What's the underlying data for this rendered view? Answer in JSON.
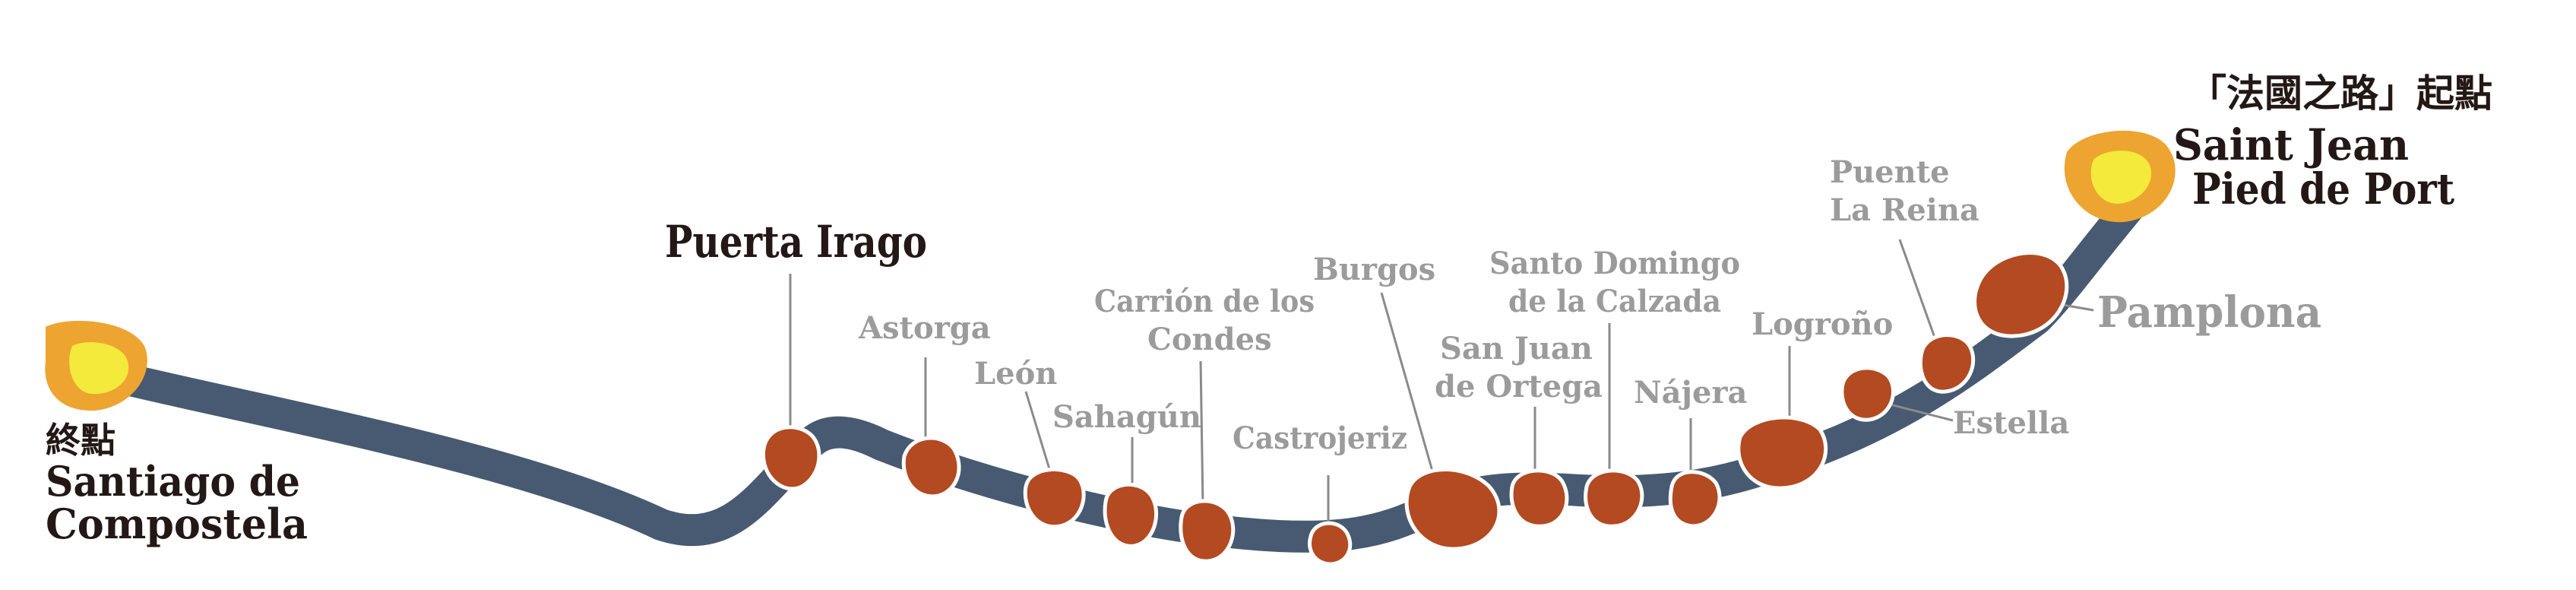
{
  "route": {
    "path_color": "#475a72",
    "stage_color": "#b34a21",
    "endpoint_outer_color": "#eea430",
    "endpoint_inner_color": "#f3ea3c",
    "label_gray": "#9b9b9b",
    "label_dark": "#231815"
  },
  "start": {
    "caption": "「法國之路」起點",
    "name_line1": "Saint Jean",
    "name_line2": "Pied de Port"
  },
  "end": {
    "caption": "終點",
    "name_line1": "Santiago de",
    "name_line2": "Compostela"
  },
  "stops": [
    {
      "id": "puerta-irago",
      "lines": [
        "Puerta Irago"
      ],
      "emphasis": "dark"
    },
    {
      "id": "astorga",
      "lines": [
        "Astorga"
      ],
      "emphasis": "gray"
    },
    {
      "id": "leon",
      "lines": [
        "León"
      ],
      "emphasis": "gray"
    },
    {
      "id": "sahagun",
      "lines": [
        "Sahagún"
      ],
      "emphasis": "gray"
    },
    {
      "id": "carrion",
      "lines": [
        "Carrión de los",
        "Condes"
      ],
      "emphasis": "gray"
    },
    {
      "id": "castrojeriz",
      "lines": [
        "Castrojeriz"
      ],
      "emphasis": "gray"
    },
    {
      "id": "burgos",
      "lines": [
        "Burgos"
      ],
      "emphasis": "gray"
    },
    {
      "id": "san-juan-de-ortega",
      "lines": [
        "San Juan",
        "de Ortega"
      ],
      "emphasis": "gray"
    },
    {
      "id": "santo-domingo",
      "lines": [
        "Santo Domingo",
        "de la Calzada"
      ],
      "emphasis": "gray"
    },
    {
      "id": "najera",
      "lines": [
        "Nájera"
      ],
      "emphasis": "gray"
    },
    {
      "id": "logrono",
      "lines": [
        "Logroño"
      ],
      "emphasis": "gray"
    },
    {
      "id": "estella",
      "lines": [
        "Estella"
      ],
      "emphasis": "gray"
    },
    {
      "id": "puente-la-reina",
      "lines": [
        "Puente",
        "La Reina"
      ],
      "emphasis": "gray"
    },
    {
      "id": "pamplona",
      "lines": [
        "Pamplona"
      ],
      "emphasis": "gray-large"
    }
  ]
}
